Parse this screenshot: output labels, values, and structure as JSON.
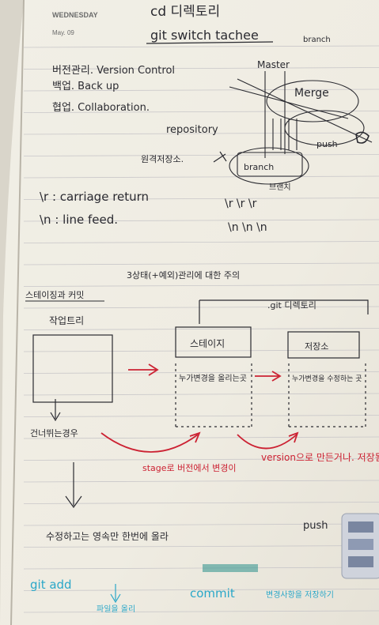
{
  "header": {
    "day": "WEDNESDAY",
    "date": "May. 09",
    "title_line1": "cd 디렉토리",
    "title_line2": "git switch tachee",
    "corner": "branch"
  },
  "list": {
    "item1": "버전관리. Version Control",
    "item2": "백업. Back up",
    "item3": "협업. Collaboration.",
    "repository": "repository",
    "work_dir": "원격저장소."
  },
  "diagram_top": {
    "master": "Master",
    "merge": "Merge",
    "push": "push",
    "branch": "branch",
    "sub": "브랜치"
  },
  "escapes": {
    "cr": "\\r : carriage return",
    "lf": "\\n : line feed.",
    "cr_rep": "\\r \\r \\r",
    "lf_rep": "\\n \\n \\n"
  },
  "flow": {
    "heading": "3상태(+예외)관리에 대한 주의",
    "stage_left": "스테이징과 커밋",
    "git_dir": ".git 디렉토리",
    "work_box": "작업트리",
    "stage_box": "스테이지",
    "repo_box": "저장소",
    "stage_note": "누가변경을 올리는곳",
    "repo_note": "누가변경을 수정하는 곳",
    "left_note": "건너뛰는경우",
    "stage_red": "stage로 버전에서 변경이",
    "version_red": "version으로 만든거나. 저장됨.",
    "push": "push",
    "bottom_line": "수정하고는 영속만 한번에 올라"
  },
  "footer": {
    "git_add": "git add",
    "add_note": "파일을 올리",
    "commit": "commit",
    "commit_note": "변경사항을 저장하기"
  }
}
